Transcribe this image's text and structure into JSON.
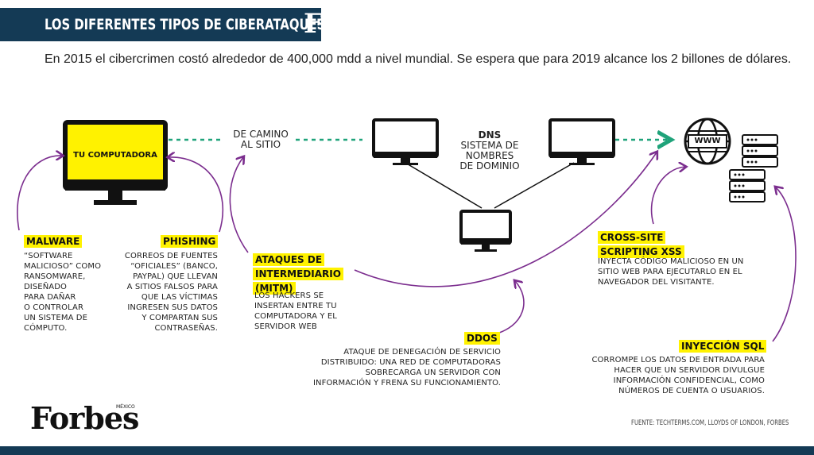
{
  "header": {
    "title": "LOS DIFERENTES TIPOS DE CIBERATAQUES",
    "logo_letter": "F"
  },
  "subtitle": "En 2015 el cibercrimen costó alrededor de 400,000 mdd a nivel mundial. Se espera que para 2019 alcance los 2 billones de dólares.",
  "diagram": {
    "computer_label": "TU COMPUTADORA",
    "route_label_1": "DE CAMINO",
    "route_label_2": "AL SITIO",
    "dns_title": "DNS",
    "dns_line_1": "SISTEMA DE",
    "dns_line_2": "NOMBRES",
    "dns_line_3": "DE DOMINIO",
    "www_label": "WWW"
  },
  "attacks": {
    "malware": {
      "title": "MALWARE",
      "lines": [
        "“SOFTWARE",
        "MALICIOSO” COMO",
        "RANSOMWARE,",
        "DISEÑADO",
        "PARA DAÑAR",
        "O CONTROLAR",
        "UN SISTEMA DE",
        "CÓMPUTO."
      ]
    },
    "phishing": {
      "title": "PHISHING",
      "lines": [
        "CORREOS DE FUENTES",
        "“OFICIALES” (BANCO,",
        "PAYPAL) QUE LLEVAN",
        "A SITIOS FALSOS PARA",
        "QUE LAS VÍCTIMAS",
        "INGRESEN SUS DATOS",
        "Y COMPARTAN SUS",
        "CONTRASEÑAS."
      ]
    },
    "mitm": {
      "title_1": "ATAQUES DE",
      "title_2": "INTERMEDIARIO",
      "title_3": "(MITM)",
      "lines": [
        "LOS HACKERS SE",
        "INSERTAN ENTRE TU",
        "COMPUTADORA Y EL",
        "SERVIDOR WEB"
      ]
    },
    "ddos": {
      "title": "DDOS",
      "lines": [
        "ATAQUE DE DENEGACIÓN DE SERVICIO",
        "DISTRIBUIDO: UNA RED DE COMPUTADORAS",
        "SOBRECARGA UN SERVIDOR CON",
        "INFORMACIÓN Y FRENA SU FUNCIONAMIENTO."
      ]
    },
    "xss": {
      "title_1": "CROSS-SITE",
      "title_2": "SCRIPTING XSS",
      "lines": [
        "INYECTA CÓDIGO MALICIOSO EN UN",
        "SITIO WEB PARA EJECUTARLO EN EL",
        "NAVEGADOR DEL VISITANTE."
      ]
    },
    "sql": {
      "title": "INYECCIÓN SQL",
      "lines": [
        "CORROMPE LOS DATOS DE ENTRADA PARA",
        "HACER QUE UN SERVIDOR DIVULGUE",
        "INFORMACIÓN CONFIDENCIAL, COMO",
        "NÚMEROS DE CUENTA O USUARIOS."
      ]
    }
  },
  "footer": {
    "brand": "Forbes",
    "brand_edition": "MÉXICO",
    "source": "FUENTE: TECHTERMS.COM, LLOYDS OF LONDON, FORBES"
  },
  "colors": {
    "navy": "#143a55",
    "highlight_yellow": "#fff200",
    "arrow_purple": "#7b2d8e",
    "dashed_green": "#1fa37a"
  }
}
